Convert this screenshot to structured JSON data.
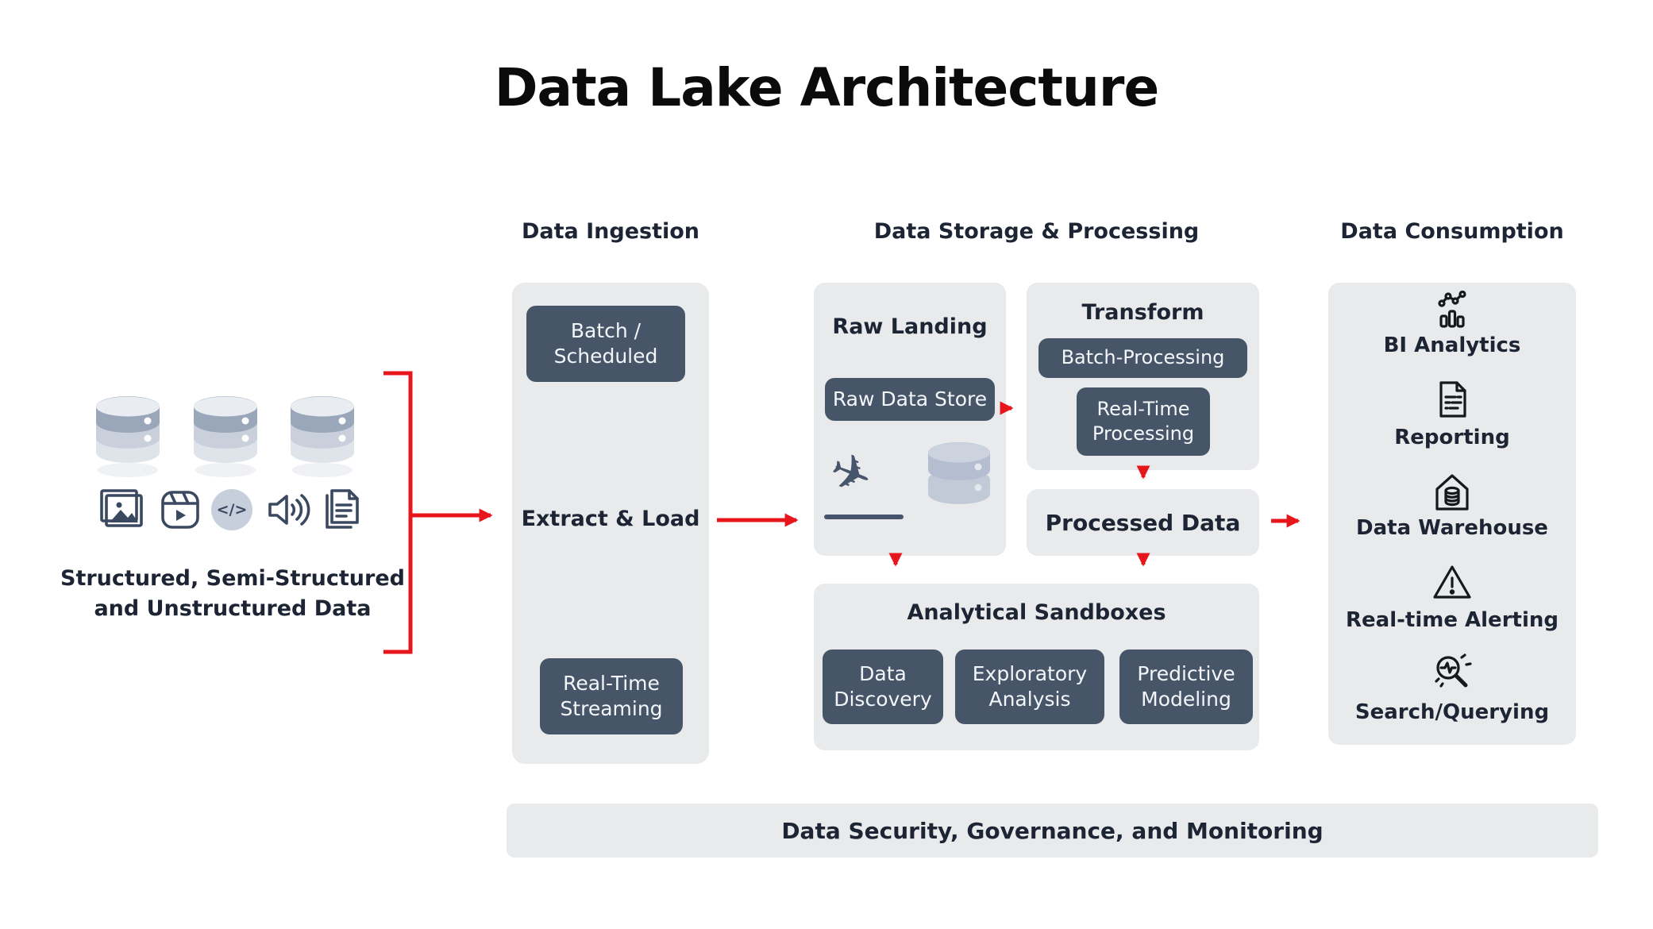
{
  "title": "Data Lake Architecture",
  "colors": {
    "accent_red": "#e7161d",
    "pill_bg": "#475569",
    "panel_bg": "#e9eaec",
    "heading": "#1d2534",
    "pill_text": "#f3f6f9",
    "icon_navy": "#3b4960"
  },
  "sources": {
    "caption": "Structured, Semi-Structured\nand Unstructured Data",
    "icons": [
      "database-icon",
      "database-icon",
      "database-icon",
      "images-icon",
      "video-icon",
      "code-icon",
      "audio-icon",
      "document-icon"
    ],
    "code_glyph": "</>"
  },
  "ingestion": {
    "header": "Data Ingestion",
    "batch_pill": "Batch /\nScheduled",
    "extract_label": "Extract & Load",
    "streaming_pill": "Real-Time\nStreaming"
  },
  "storage": {
    "header": "Data Storage & Processing",
    "raw_landing": {
      "title": "Raw Landing",
      "store_pill": "Raw Data Store",
      "icons": [
        "plane-landing-icon",
        "database-icon"
      ],
      "plane_glyph": "✈"
    },
    "transform": {
      "title": "Transform",
      "batch_pill": "Batch-Processing",
      "realtime_pill": "Real-Time\nProcessing"
    },
    "processed_label": "Processed Data",
    "sandboxes": {
      "title": "Analytical Sandboxes",
      "pills": [
        "Data\nDiscovery",
        "Exploratory\nAnalysis",
        "Predictive\nModeling"
      ]
    }
  },
  "consumption": {
    "header": "Data Consumption",
    "items": [
      {
        "icon": "bi-analytics-icon",
        "label": "BI Analytics"
      },
      {
        "icon": "reporting-icon",
        "label": "Reporting"
      },
      {
        "icon": "data-warehouse-icon",
        "label": "Data Warehouse"
      },
      {
        "icon": "alert-triangle-icon",
        "label": "Real-time Alerting"
      },
      {
        "icon": "search-querying-icon",
        "label": "Search/Querying"
      }
    ]
  },
  "footer": {
    "label": "Data Security, Governance, and Monitoring"
  }
}
